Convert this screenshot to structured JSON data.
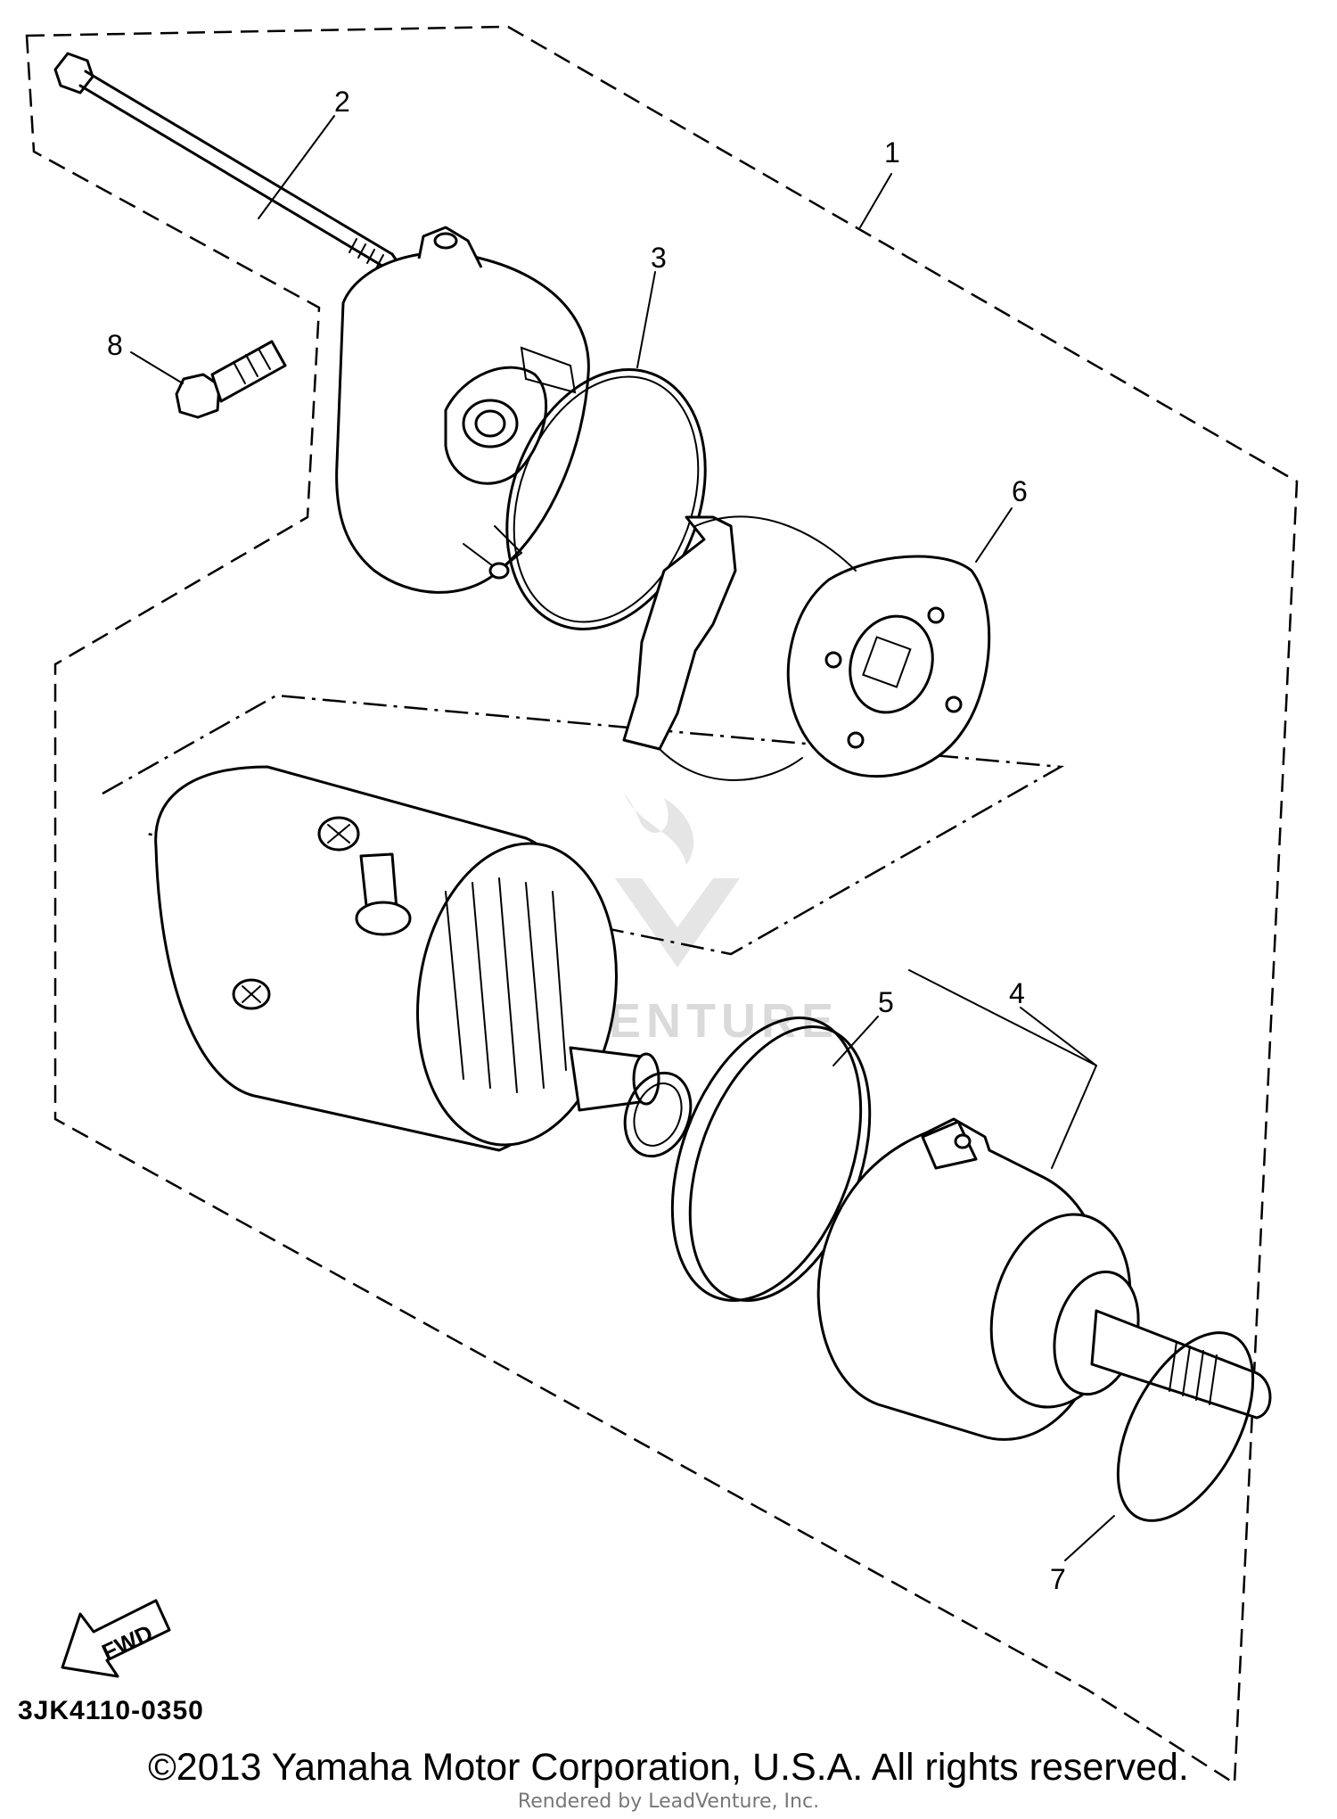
{
  "callouts": [
    {
      "id": "1",
      "label": "1"
    },
    {
      "id": "2",
      "label": "2"
    },
    {
      "id": "3",
      "label": "3"
    },
    {
      "id": "4",
      "label": "4"
    },
    {
      "id": "5",
      "label": "5"
    },
    {
      "id": "6",
      "label": "6"
    },
    {
      "id": "7",
      "label": "7"
    },
    {
      "id": "8",
      "label": "8"
    }
  ],
  "fwd_arrow_label": "FWD",
  "diagram_code": "3JK4110-0350",
  "watermark": "LEADVENTURE",
  "copyright": "©2013 Yamaha Motor Corporation, U.S.A. All rights reserved.",
  "rendered_by": "Rendered by LeadVenture, Inc."
}
